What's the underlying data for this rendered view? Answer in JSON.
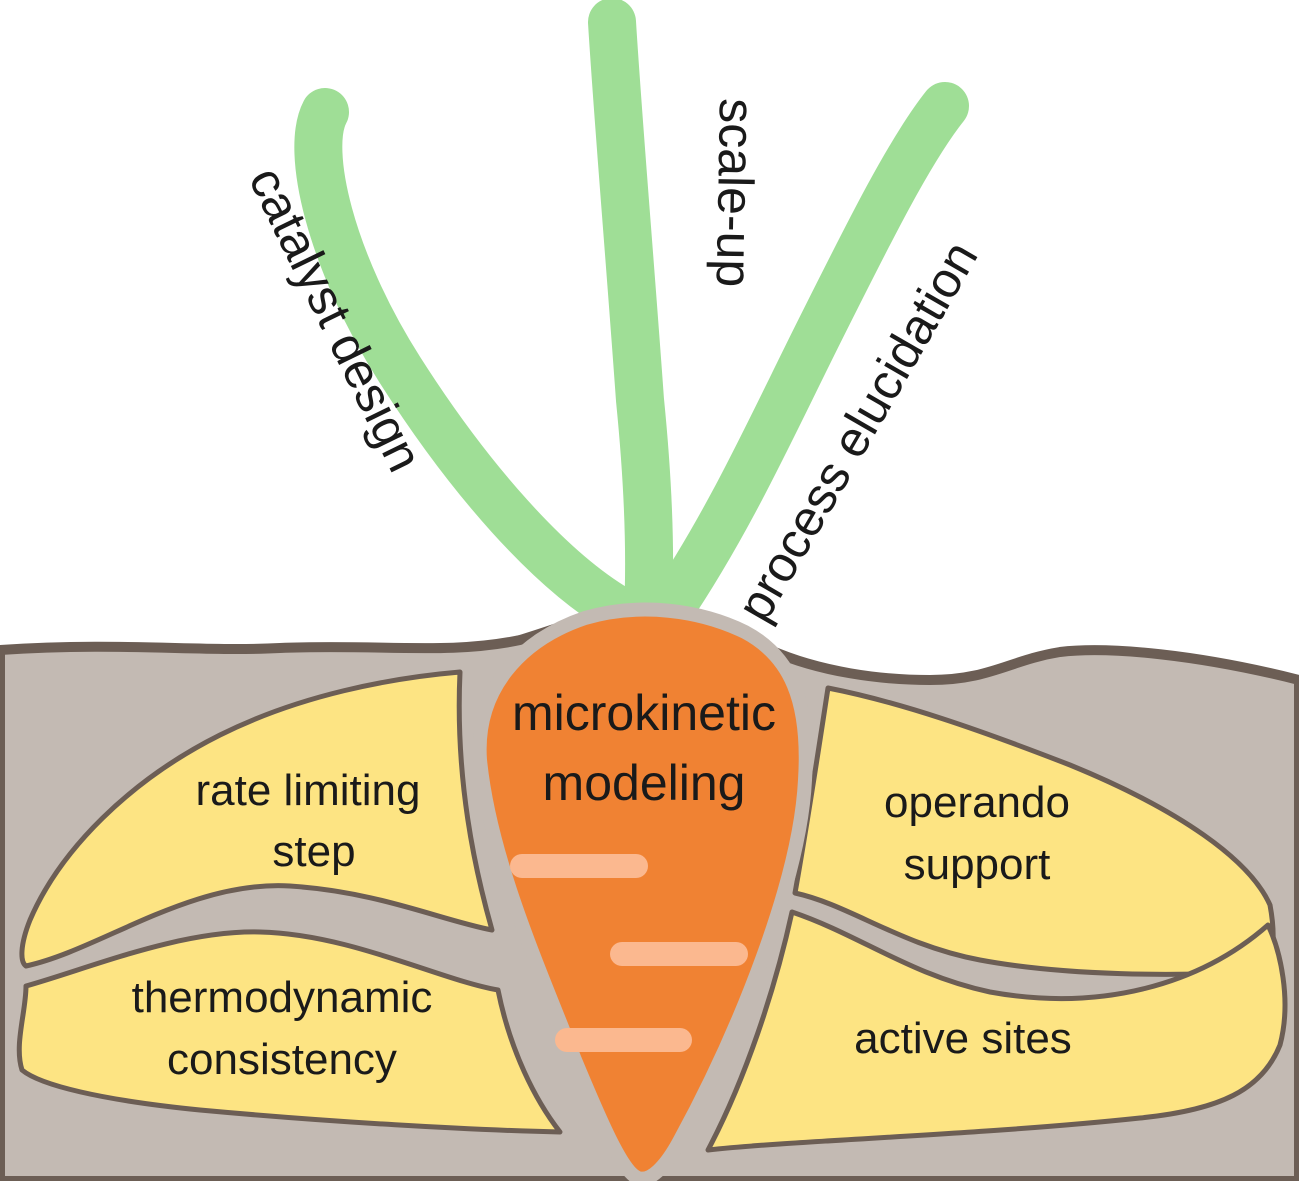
{
  "colors": {
    "soil_fill": "#c3bab3",
    "soil_line": "#6c5e55",
    "rock_fill": "#fde483",
    "carrot": "#f08233",
    "carrot_stripe": "#fbb88f",
    "leaves": "#9fde96",
    "text": "#1a1a1a"
  },
  "leaves": {
    "left": "catalyst design",
    "middle": "scale-up",
    "right": "process elucidation"
  },
  "carrot": {
    "line1": "microkinetic",
    "line2": "modeling"
  },
  "rocks": {
    "top_left": {
      "line1": "rate limiting",
      "line2": "step"
    },
    "bottom_left": {
      "line1": "thermodynamic",
      "line2": "consistency"
    },
    "top_right": {
      "line1": "operando",
      "line2": "support"
    },
    "bottom_right": {
      "line1": "active sites"
    }
  }
}
